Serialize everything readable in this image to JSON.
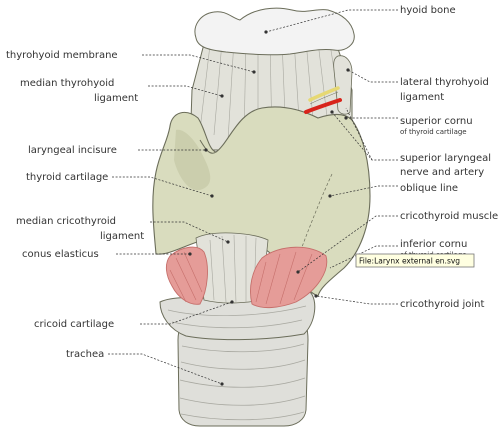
{
  "colors": {
    "cartilage": "#d9dcbe",
    "cartilage_shade": "#bfc39f",
    "outline": "#6b6d5a",
    "membrane": "#e2e2da",
    "membrane_line": "#a8a8a0",
    "hyoid": "#f3f3f3",
    "muscle": "#e59c98",
    "muscle_line": "#c66f6b",
    "artery": "#d8241b",
    "nerve": "#e6d873",
    "trachea": "#dfdfda"
  },
  "labels": {
    "hyoid_bone": "hyoid bone",
    "thyrohyoid_membrane": "thyrohyoid membrane",
    "median_thyrohyoid_1": "median thyrohyoid",
    "median_thyrohyoid_2": "ligament",
    "lateral_thyrohyoid_1": "lateral thyrohyoid",
    "lateral_thyrohyoid_2": "ligament",
    "superior_cornu_1": "superior cornu",
    "superior_cornu_2": "of thyroid cartilage",
    "laryngeal_incisure": "laryngeal incisure",
    "superior_laryngeal_1": "superior laryngeal",
    "superior_laryngeal_2": "nerve and artery",
    "thyroid_cartilage": "thyroid cartilage",
    "oblique_line": "oblique line",
    "median_cricothyroid_1": "median cricothyroid",
    "median_cricothyroid_2": "ligament",
    "cricothyroid_muscle": "cricothyroid muscle",
    "inferior_cornu_1": "inferior cornu",
    "inferior_cornu_2": "of thyroid cartilage",
    "conus_elasticus": "conus elasticus",
    "cricothyroid_joint": "cricothyroid joint",
    "cricoid_cartilage": "cricoid cartilage",
    "trachea": "trachea"
  },
  "tooltip": {
    "text": "File:Larynx external en.svg"
  }
}
